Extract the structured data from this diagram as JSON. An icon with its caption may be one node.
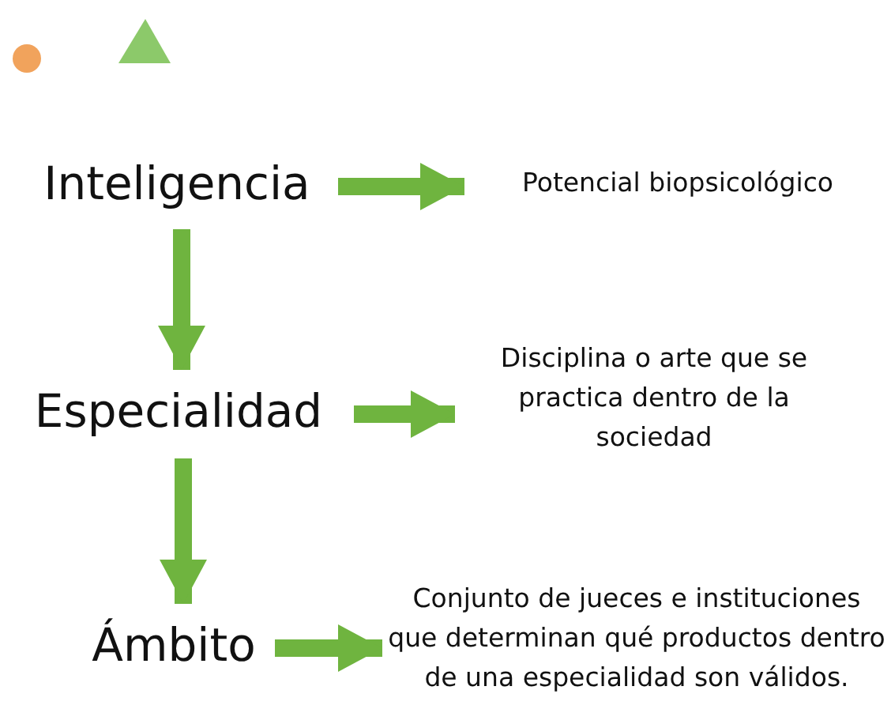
{
  "diagram": {
    "nodes": [
      {
        "text": [
          "Inteligencia"
        ]
      },
      {
        "text": [
          "Potencial biopsicológico"
        ]
      },
      {
        "text": [
          "Especialidad"
        ]
      },
      {
        "text": [
          "Disciplina o arte que se practica dentro de la sociedad"
        ]
      },
      {
        "text": [
          "Ámbito"
        ]
      },
      {
        "text": [
          "Conjunto de jueces e instituciones que determinan qué productos dentro de una especialidad son válidos."
        ]
      }
    ],
    "edges": [
      {
        "from": 0,
        "to": 1,
        "arrow": "to"
      },
      {
        "from": 0,
        "to": 2,
        "arrow": "to"
      },
      {
        "from": 2,
        "to": 3,
        "arrow": "to"
      },
      {
        "from": 2,
        "to": 4,
        "arrow": "to"
      },
      {
        "from": 4,
        "to": 5,
        "arrow": "to"
      }
    ]
  }
}
